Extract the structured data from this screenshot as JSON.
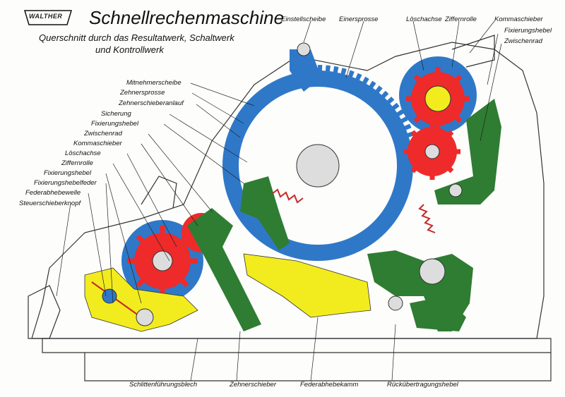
{
  "logo": "WALTHER",
  "title": "Schnellrechenmaschine",
  "subtitle_line1": "Querschnitt durch das Resultatwerk, Schaltwerk",
  "subtitle_line2": "und Kontrollwerk",
  "labels": {
    "einstellscheibe": "Einstellscheibe",
    "einersprosse": "Einersprosse",
    "loeschachse_top": "Löschachse",
    "ziffernrolle_top": "Ziffernrolle",
    "kommaschieber_top": "Kommaschieber",
    "fixierungshebel_top": "Fixierungshebel",
    "zwischenrad_top": "Zwischenrad",
    "mitnehmerscheibe": "Mitnehmerscheibe",
    "zehnersprosse": "Zehnersprosse",
    "zehnerschieberanlauf": "Zehnerschieberanlauf",
    "sicherung": "Sicherung",
    "fixierungshebel_left": "Fixierungshebel",
    "zwischenrad_left": "Zwischenrad",
    "kommaschieber_left": "Kommaschieber",
    "loeschachse_left": "Löschachse",
    "ziffernrolle_left": "Ziffernrolle",
    "fixierungshebel_left2": "Fixierungshebel",
    "fixierungshebelfeder": "Fixierungshebelfeder",
    "federabhebewelle": "Federabhebewelle",
    "steuerschieberknopf": "Steuerschieberknopf",
    "schlittenfuehrungsblech": "Schlittenführungsblech",
    "zehnerschieber": "Zehnerschieber",
    "federabhebekamm": "Federabhebekamm",
    "rueckuebertragungshebel": "Rückübertragungshebel"
  },
  "colors": {
    "blue": "#2f78c8",
    "red": "#ee2a2a",
    "green": "#2e7d32",
    "yellow": "#f2ec1e",
    "line": "#222222"
  }
}
